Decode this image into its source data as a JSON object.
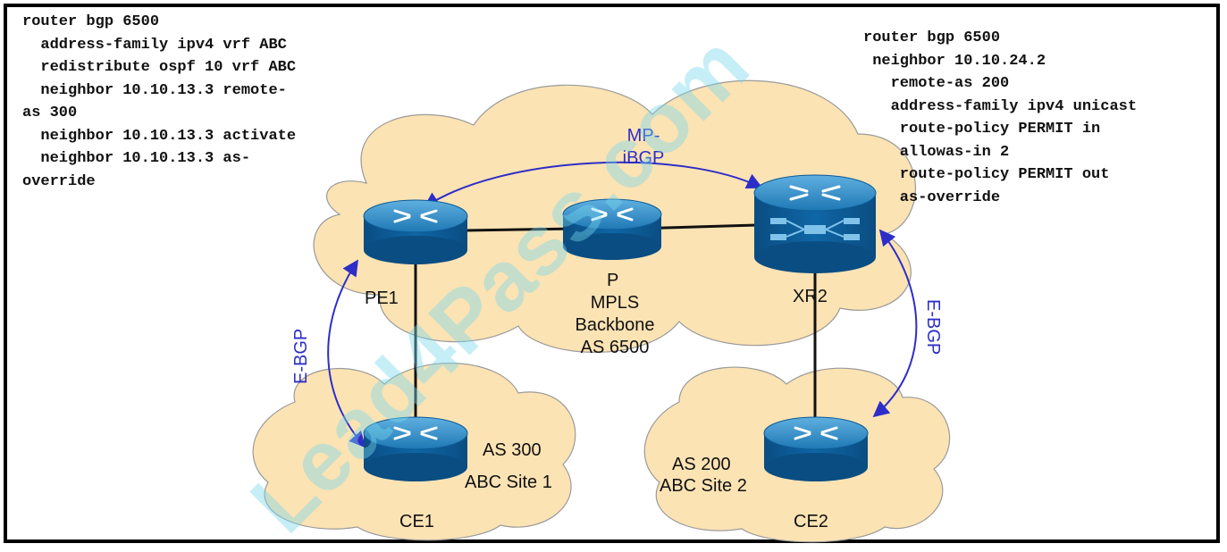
{
  "config_left": {
    "lines": [
      "router bgp 6500",
      "  address-family ipv4 vrf ABC",
      "  redistribute ospf 10 vrf ABC",
      "  neighbor 10.10.13.3 remote-",
      "as 300",
      "  neighbor 10.10.13.3 activate",
      "  neighbor 10.10.13.3 as-",
      "override"
    ]
  },
  "config_right": {
    "lines": [
      "router bgp 6500",
      " neighbor 10.10.24.2",
      "   remote-as 200",
      "   address-family ipv4 unicast",
      "    route-policy PERMIT in",
      "    allowas-in 2",
      "    route-policy PERMIT out",
      "    as-override"
    ]
  },
  "diagram": {
    "nodes": {
      "pe1": "PE1",
      "p": "P",
      "xr2": "XR2",
      "ce1": "CE1",
      "ce2": "CE2"
    },
    "backbone_lines": [
      "MPLS",
      "Backbone",
      "AS 6500"
    ],
    "site1_lines": [
      "AS 300",
      "ABC Site 1"
    ],
    "site2_lines": [
      "AS 200",
      "ABC Site 2"
    ],
    "sessions": {
      "ibgp_lines": [
        "MP-",
        "iBGP"
      ],
      "ebgp_left": "E-BGP",
      "ebgp_right": "E-BGP"
    },
    "colors": {
      "cloud": "#fce3b4",
      "router_body": "#0b5b96",
      "router_top": "#2e8cc7",
      "session": "#2d2dc8"
    }
  },
  "watermark": "Lead4Pass.com"
}
